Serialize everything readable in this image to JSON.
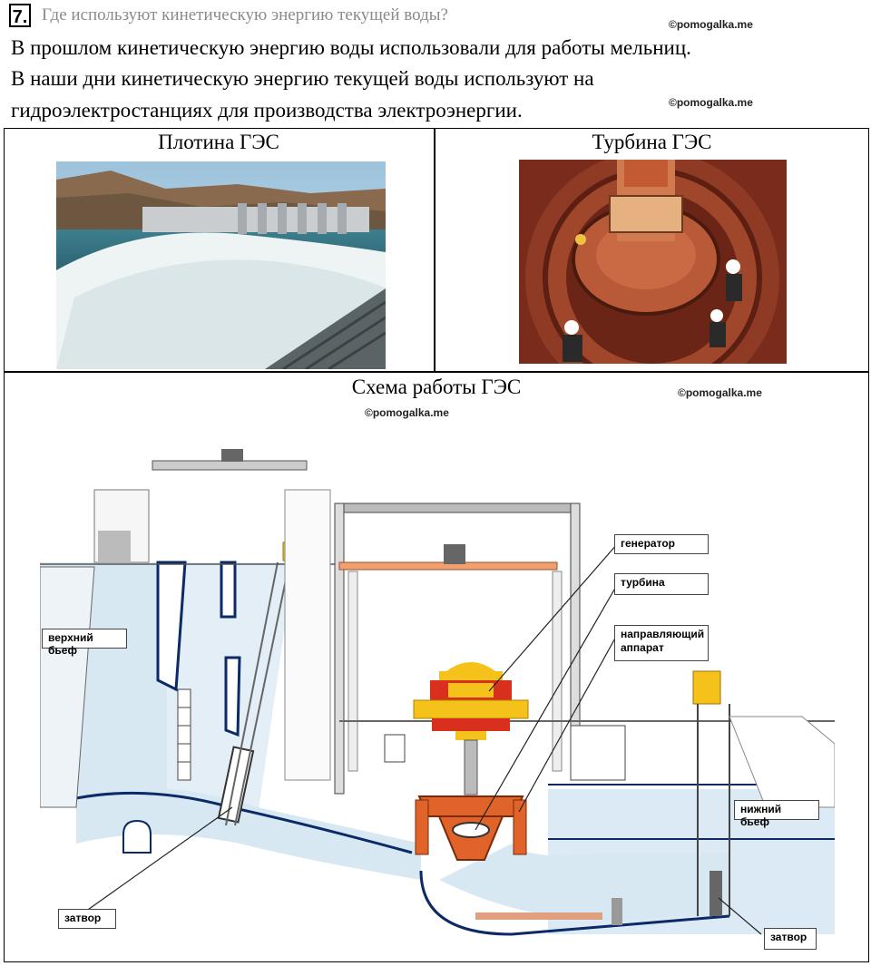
{
  "question": {
    "number": "7.",
    "text": "Где используют кинетическую энергию текущей воды?"
  },
  "watermark": "©pomogalka.me",
  "answer": {
    "line1": "В прошлом кинетическую энергию воды использовали для работы мельниц.",
    "line2": "В наши дни кинетическую энергию текущей воды используют на",
    "line3": "гидроэлектростанциях для производства электроэнергии."
  },
  "table": {
    "cell1_caption": "Плотина ГЭС",
    "cell2_caption": "Турбина ГЭС",
    "cell3_caption": "Схема работы ГЭС"
  },
  "diagram": {
    "labels": {
      "generator": "генератор",
      "turbine": "турбина",
      "guide_apparatus_1": "направляющий",
      "guide_apparatus_2": "аппарат",
      "upper_pool": "верхний бьеф",
      "lower_pool": "нижний бьеф",
      "gate_left": "затвор",
      "gate_right": "затвор"
    }
  },
  "colors": {
    "water": "#d7e8f3",
    "water_line": "#0b2a66",
    "generator_yellow": "#f5c21b",
    "generator_red": "#d9301e",
    "turbine_orange": "#e0642a",
    "gray": "#9a9a9a"
  }
}
